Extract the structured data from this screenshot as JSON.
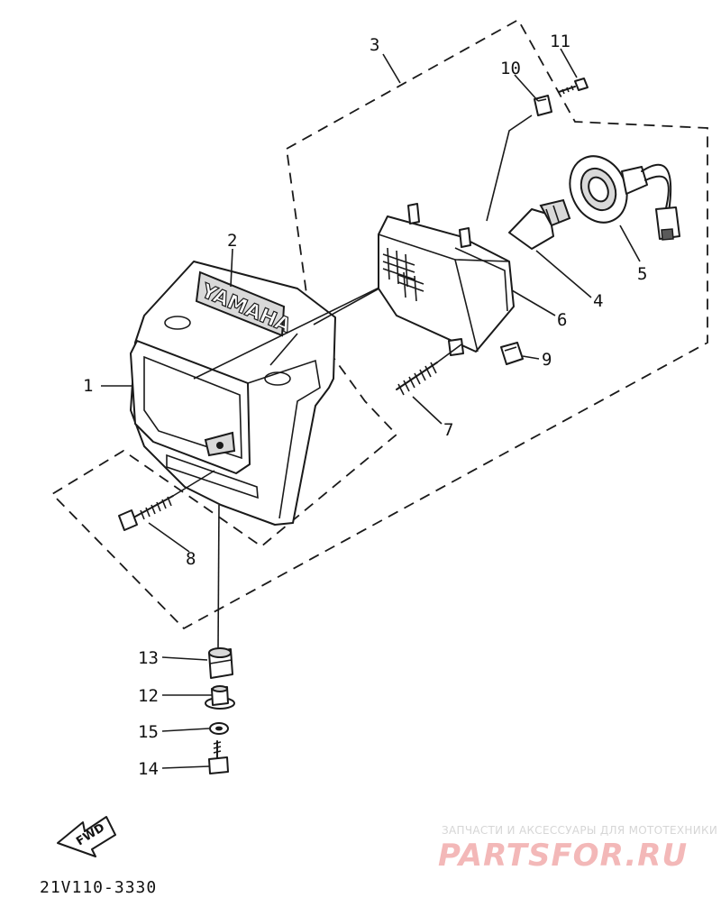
{
  "diagram": {
    "callouts": [
      "1",
      "2",
      "3",
      "4",
      "5",
      "6",
      "7",
      "8",
      "9",
      "10",
      "11",
      "12",
      "13",
      "14",
      "15"
    ],
    "brand_text": "YAMAHA",
    "direction_text": "FWD",
    "drawing_code": "21V110-3330"
  },
  "watermark": {
    "tagline": "ЗАПЧАСТИ И АКСЕССУАРЫ ДЛЯ МОТОТЕХНИКИ",
    "site": "PARTSFOR.RU"
  },
  "colors": {
    "ink": "#1a1a1a",
    "watermark_red": "#f3b8b8",
    "watermark_gray": "#d6d6d6"
  }
}
